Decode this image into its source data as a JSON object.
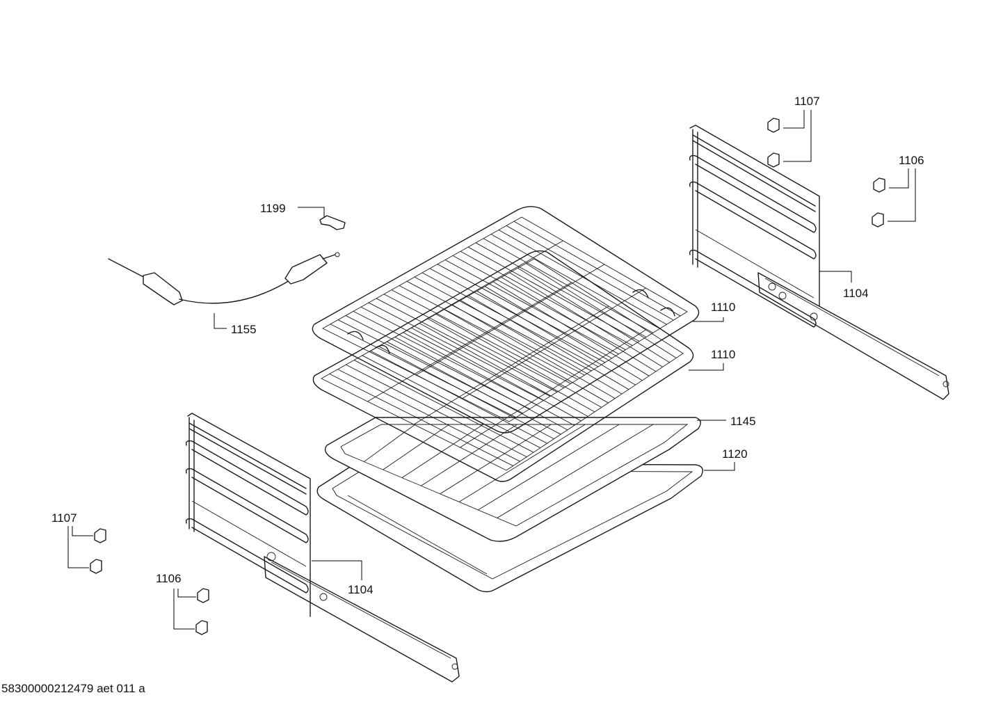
{
  "document_id": "58300000212479 aet 011 a",
  "callouts": [
    {
      "id": "c1107a",
      "text": "1107"
    },
    {
      "id": "c1106a",
      "text": "1106"
    },
    {
      "id": "c1104a",
      "text": "1104"
    },
    {
      "id": "c1199",
      "text": "1199"
    },
    {
      "id": "c1155",
      "text": "1155"
    },
    {
      "id": "c1110a",
      "text": "1110"
    },
    {
      "id": "c1110b",
      "text": "1110"
    },
    {
      "id": "c1145",
      "text": "1145"
    },
    {
      "id": "c1120",
      "text": "1120"
    },
    {
      "id": "c1107b",
      "text": "1107"
    },
    {
      "id": "c1106b",
      "text": "1106"
    },
    {
      "id": "c1104b",
      "text": "1104"
    }
  ]
}
